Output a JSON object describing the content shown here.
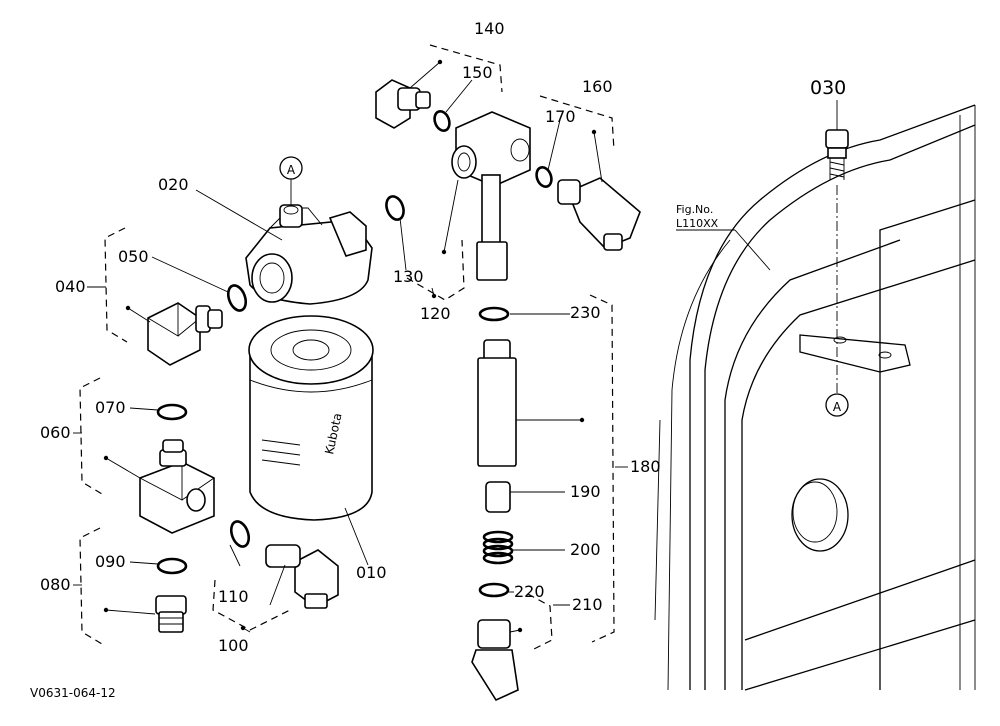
{
  "drawing_code": "V0631-064-12",
  "fig_ref": {
    "line1": "Fig.No.",
    "line2": "L110XX"
  },
  "detail_marker": "A",
  "part_labels": {
    "p010": "010",
    "p020": "020",
    "p030": "030",
    "p040": "040",
    "p050": "050",
    "p060": "060",
    "p070": "070",
    "p080": "080",
    "p090": "090",
    "p100": "100",
    "p110": "110",
    "p120": "120",
    "p130": "130",
    "p140": "140",
    "p150": "150",
    "p160": "160",
    "p170": "170",
    "p180": "180",
    "p190": "190",
    "p200": "200",
    "p210": "210",
    "p220": "220",
    "p230": "230"
  },
  "filter_brand": "Kubota",
  "colors": {
    "ink": "#000000",
    "paper": "#ffffff"
  }
}
